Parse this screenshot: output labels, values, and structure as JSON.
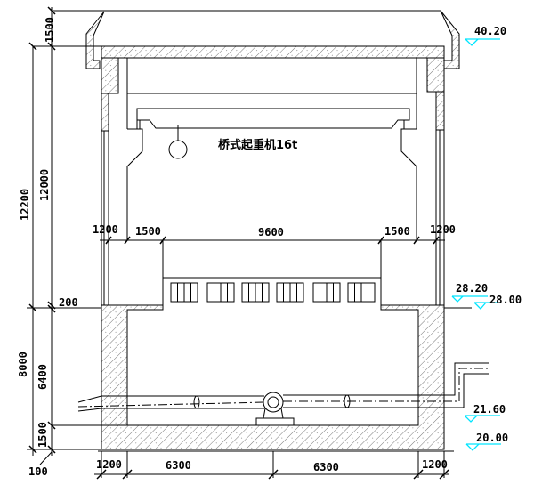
{
  "title": "Pump house cross-section",
  "crane_label": "桥式起重机16t",
  "elevations": {
    "top": "40.20",
    "floor_upper": "28.20",
    "floor": "28.00",
    "pipe": "21.60",
    "base": "20.00"
  },
  "left_dims": {
    "roof": "1500",
    "upper_inner": "12000",
    "upper_total": "12200",
    "floor_slab": "200",
    "lower_total": "8000",
    "lower_inner": "6400",
    "base_slab": "1500",
    "cushion": "100"
  },
  "upper_dims": [
    "1200",
    "1500",
    "9600",
    "1500",
    "1200"
  ],
  "bottom_dims": [
    "1200",
    "6300",
    "6300",
    "1200"
  ],
  "colors": {
    "line": "#000000",
    "elevation_mark": "#00e5ff"
  }
}
